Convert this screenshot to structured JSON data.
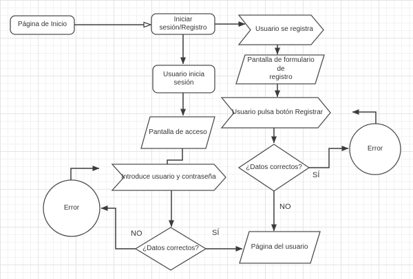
{
  "nodes": {
    "pagina_inicio": {
      "label": "Página de Inicio",
      "shape": "rounded-rectangle"
    },
    "iniciar_sesion_registro": {
      "label": "Iniciar\nsesión/Registro",
      "shape": "rounded-rectangle"
    },
    "usuario_se_registra": {
      "label": "Usuario se registra",
      "shape": "step-chevron"
    },
    "pantalla_formulario_registro": {
      "label": "Pantalla de formulario de\nregistro",
      "shape": "parallelogram"
    },
    "usuario_pulsa_boton_registrar": {
      "label": "Usuario pulsa botón Registrar",
      "shape": "step-chevron"
    },
    "datos_correctos_registro": {
      "label": "¿Datos correctos?",
      "shape": "diamond"
    },
    "error_registro": {
      "label": "Error",
      "shape": "circle"
    },
    "pagina_del_usuario": {
      "label": "Página del usuario",
      "shape": "parallelogram"
    },
    "usuario_inicia_sesion": {
      "label": "Usuario inicia sesión",
      "shape": "rounded-rectangle"
    },
    "pantalla_de_acceso": {
      "label": "Pantalla de acceso",
      "shape": "parallelogram"
    },
    "introduce_usuario_contrasena": {
      "label": "Introduce usuario y contraseña",
      "shape": "step-chevron"
    },
    "datos_correctos_login": {
      "label": "¿Datos correctos?",
      "shape": "diamond"
    },
    "error_login": {
      "label": "Error",
      "shape": "circle"
    }
  },
  "edge_labels": {
    "si_registro": "SÍ",
    "no_registro": "NO",
    "si_login": "SÍ",
    "no_login": "NO"
  },
  "colors": {
    "background": "#ffffff",
    "grid_minor": "#f4f2f2",
    "grid_major": "#e4e4e4",
    "shape_fill": "#ffffff",
    "shape_stroke": "#4d4d4d",
    "edge_stroke": "#3c3c3c",
    "text": "#333333"
  }
}
